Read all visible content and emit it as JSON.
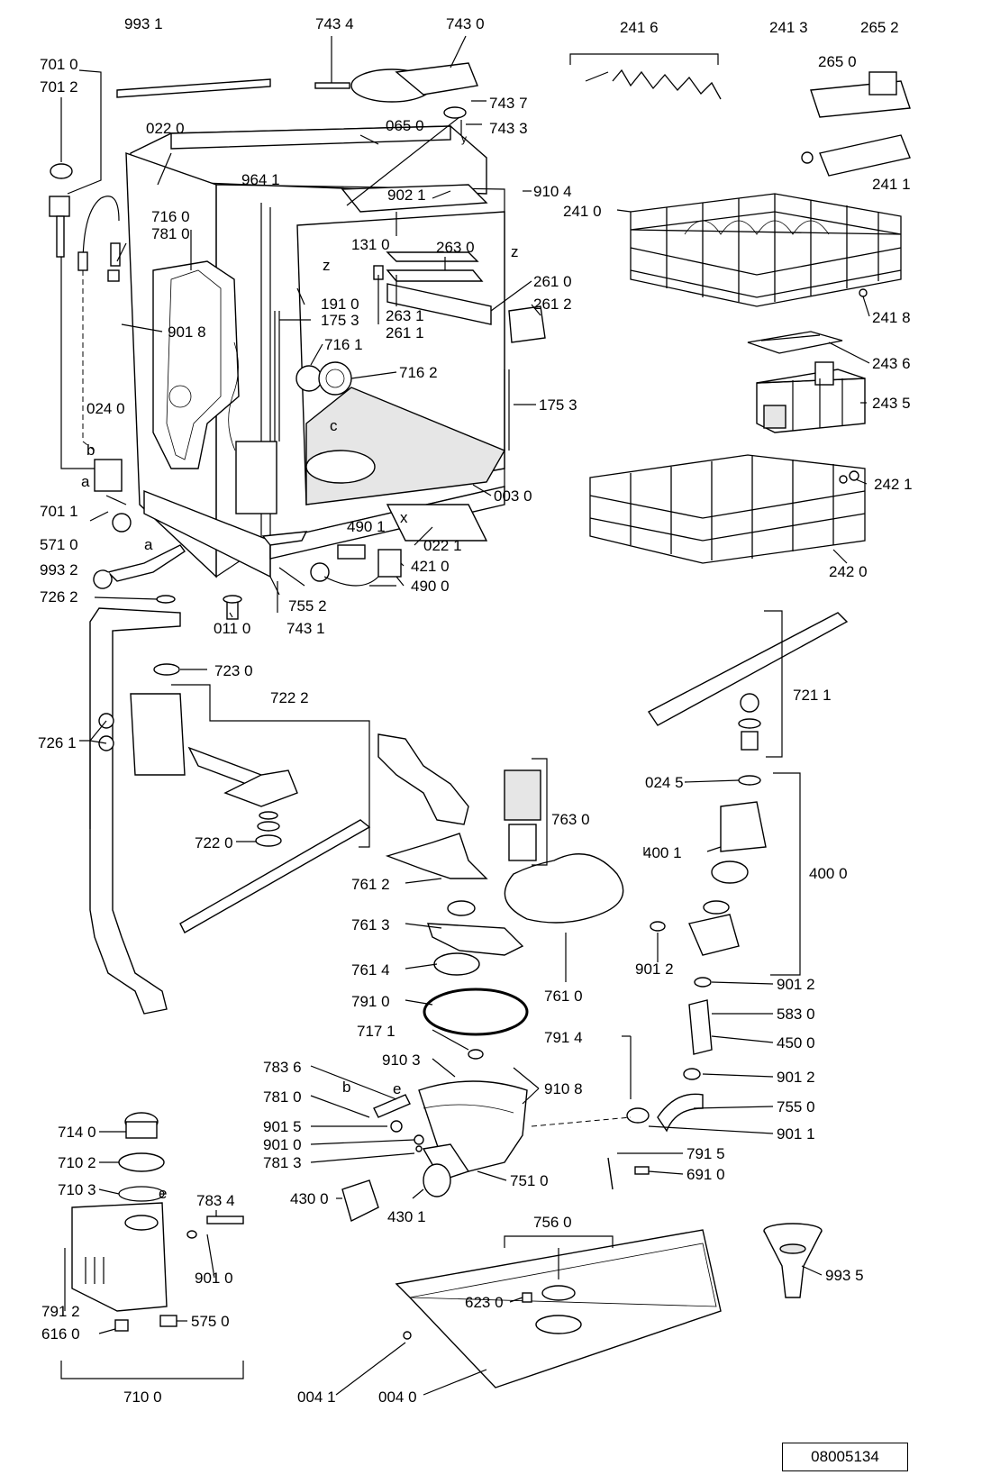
{
  "drawing_number": "08005134",
  "callouts": [
    {
      "id": "c-9931",
      "text": "993 1"
    },
    {
      "id": "c-7434",
      "text": "743 4"
    },
    {
      "id": "c-7430",
      "text": "743 0"
    },
    {
      "id": "c-2416",
      "text": "241 6"
    },
    {
      "id": "c-2413",
      "text": "241 3"
    },
    {
      "id": "c-2652",
      "text": "265 2"
    },
    {
      "id": "c-7010",
      "text": "701 0"
    },
    {
      "id": "c-7012",
      "text": "701 2"
    },
    {
      "id": "c-2650",
      "text": "265 0"
    },
    {
      "id": "c-7437",
      "text": "743 7"
    },
    {
      "id": "c-7433",
      "text": "743 3"
    },
    {
      "id": "c-0220",
      "text": "022 0"
    },
    {
      "id": "c-0650",
      "text": "065 0"
    },
    {
      "id": "c-2411",
      "text": "241 1"
    },
    {
      "id": "c-9641",
      "text": "964 1"
    },
    {
      "id": "c-9104",
      "text": "910 4"
    },
    {
      "id": "c-9021",
      "text": "902 1"
    },
    {
      "id": "c-7160",
      "text": "716 0"
    },
    {
      "id": "c-2410",
      "text": "241 0"
    },
    {
      "id": "c-7810a",
      "text": "781 0"
    },
    {
      "id": "c-1310",
      "text": "131 0"
    },
    {
      "id": "c-2630",
      "text": "263 0"
    },
    {
      "id": "c-2610",
      "text": "261 0"
    },
    {
      "id": "c-1910",
      "text": "191 0"
    },
    {
      "id": "c-2612",
      "text": "261 2"
    },
    {
      "id": "c-2631",
      "text": "263 1"
    },
    {
      "id": "c-1753a",
      "text": "175 3"
    },
    {
      "id": "c-2418",
      "text": "241 8"
    },
    {
      "id": "c-9018",
      "text": "901 8"
    },
    {
      "id": "c-2611",
      "text": "261 1"
    },
    {
      "id": "c-7161",
      "text": "716 1"
    },
    {
      "id": "c-2436",
      "text": "243 6"
    },
    {
      "id": "c-7162",
      "text": "716 2"
    },
    {
      "id": "c-1753b",
      "text": "175 3"
    },
    {
      "id": "c-2435",
      "text": "243 5"
    },
    {
      "id": "c-0240",
      "text": "024 0"
    },
    {
      "id": "c-2421",
      "text": "242 1"
    },
    {
      "id": "c-0030",
      "text": "003 0"
    },
    {
      "id": "c-7011",
      "text": "701 1"
    },
    {
      "id": "c-5710",
      "text": "571 0"
    },
    {
      "id": "c-4901",
      "text": "490 1"
    },
    {
      "id": "c-0221",
      "text": "022 1"
    },
    {
      "id": "c-9932",
      "text": "993 2"
    },
    {
      "id": "c-4210",
      "text": "421 0"
    },
    {
      "id": "c-2420",
      "text": "242 0"
    },
    {
      "id": "c-4900",
      "text": "490 0"
    },
    {
      "id": "c-7262",
      "text": "726 2"
    },
    {
      "id": "c-7552",
      "text": "755 2"
    },
    {
      "id": "c-0110",
      "text": "011 0"
    },
    {
      "id": "c-7431",
      "text": "743 1"
    },
    {
      "id": "c-7230",
      "text": "723 0"
    },
    {
      "id": "c-7211",
      "text": "721 1"
    },
    {
      "id": "c-7222",
      "text": "722 2"
    },
    {
      "id": "c-7261",
      "text": "726 1"
    },
    {
      "id": "c-0245",
      "text": "024 5"
    },
    {
      "id": "c-7630",
      "text": "763 0"
    },
    {
      "id": "c-7220",
      "text": "722 0"
    },
    {
      "id": "c-4001",
      "text": "400 1"
    },
    {
      "id": "c-4000",
      "text": "400 0"
    },
    {
      "id": "c-7612",
      "text": "761 2"
    },
    {
      "id": "c-7613",
      "text": "761 3"
    },
    {
      "id": "c-9012a",
      "text": "901 2"
    },
    {
      "id": "c-7614",
      "text": "761 4"
    },
    {
      "id": "c-7610",
      "text": "761 0"
    },
    {
      "id": "c-9012b",
      "text": "901 2"
    },
    {
      "id": "c-7910",
      "text": "791 0"
    },
    {
      "id": "c-5830",
      "text": "583 0"
    },
    {
      "id": "c-7171",
      "text": "717 1"
    },
    {
      "id": "c-7914",
      "text": "791 4"
    },
    {
      "id": "c-4500",
      "text": "450 0"
    },
    {
      "id": "c-9103",
      "text": "910 3"
    },
    {
      "id": "c-7836",
      "text": "783 6"
    },
    {
      "id": "c-9108",
      "text": "910 8"
    },
    {
      "id": "c-9012c",
      "text": "901 2"
    },
    {
      "id": "c-7810b",
      "text": "781 0"
    },
    {
      "id": "c-7550",
      "text": "755 0"
    },
    {
      "id": "c-7140",
      "text": "714 0"
    },
    {
      "id": "c-9015",
      "text": "901 5"
    },
    {
      "id": "c-9011",
      "text": "901 1"
    },
    {
      "id": "c-9010a",
      "text": "901 0"
    },
    {
      "id": "c-7102",
      "text": "710 2"
    },
    {
      "id": "c-7813",
      "text": "781 3"
    },
    {
      "id": "c-7915",
      "text": "791 5"
    },
    {
      "id": "c-7510",
      "text": "751 0"
    },
    {
      "id": "c-6910",
      "text": "691 0"
    },
    {
      "id": "c-7103",
      "text": "710 3"
    },
    {
      "id": "c-7834",
      "text": "783 4"
    },
    {
      "id": "c-4300",
      "text": "430 0"
    },
    {
      "id": "c-4301",
      "text": "430 1"
    },
    {
      "id": "c-7560",
      "text": "756 0"
    },
    {
      "id": "c-9935",
      "text": "993 5"
    },
    {
      "id": "c-6230",
      "text": "623 0"
    },
    {
      "id": "c-9010b",
      "text": "901 0"
    },
    {
      "id": "c-7912",
      "text": "791 2"
    },
    {
      "id": "c-5750",
      "text": "575 0"
    },
    {
      "id": "c-6160",
      "text": "616 0"
    },
    {
      "id": "c-7100",
      "text": "710 0"
    },
    {
      "id": "c-0041",
      "text": "004 1"
    },
    {
      "id": "c-0040",
      "text": "004 0"
    }
  ],
  "markers": [
    {
      "id": "m-z1",
      "text": "z"
    },
    {
      "id": "m-z2",
      "text": "z"
    },
    {
      "id": "m-y",
      "text": "y"
    },
    {
      "id": "m-b1",
      "text": "b"
    },
    {
      "id": "m-a1",
      "text": "a"
    },
    {
      "id": "m-c",
      "text": "c"
    },
    {
      "id": "m-x",
      "text": "x"
    },
    {
      "id": "m-a2",
      "text": "a"
    },
    {
      "id": "m-b2",
      "text": "b"
    },
    {
      "id": "m-e1",
      "text": "e"
    },
    {
      "id": "m-e2",
      "text": "e"
    }
  ]
}
